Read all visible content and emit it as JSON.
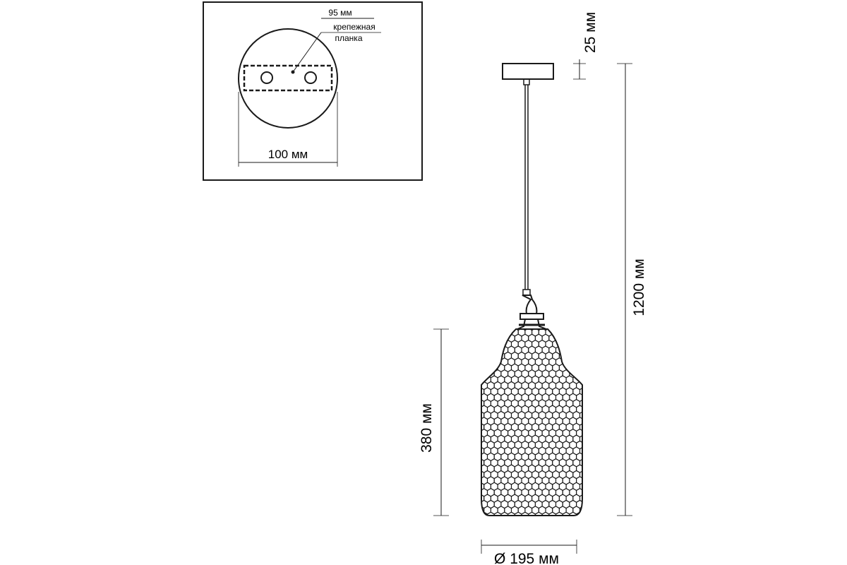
{
  "inset": {
    "top_label": "95 мм",
    "note_line1": "крепежная",
    "note_line2": "планка",
    "width_label": "100 мм"
  },
  "dimensions": {
    "canopy_height": "25 мм",
    "total_height": "1200 мм",
    "shade_height": "380 мм",
    "diameter": "Ø 195 мм"
  },
  "colors": {
    "line": "#1a1a1a",
    "background": "#ffffff"
  }
}
